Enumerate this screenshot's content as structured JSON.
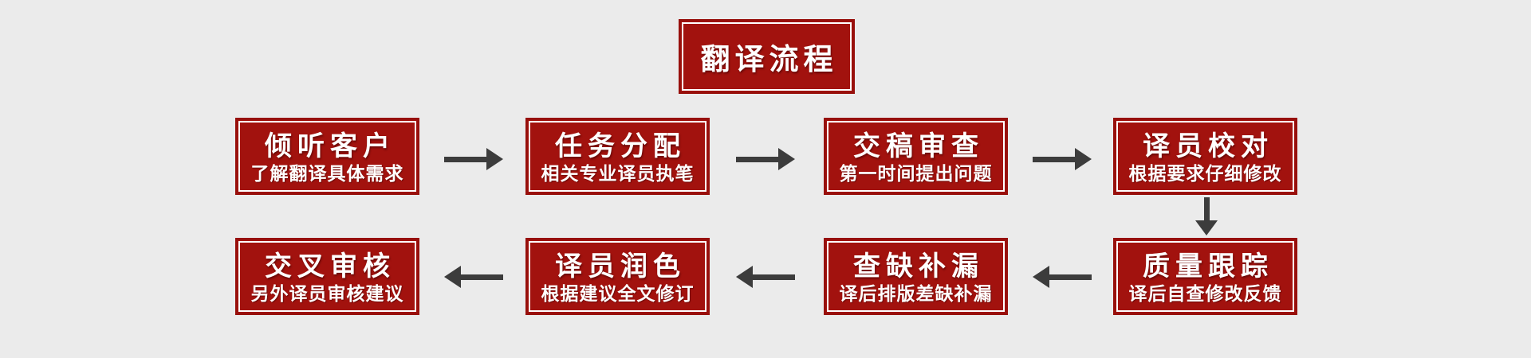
{
  "page": {
    "background_color": "#ebebeb"
  },
  "colors": {
    "box_fill": "#a2120e",
    "box_border": "#97100c",
    "box_inner_line": "#ffffff",
    "text": "#ffffff",
    "arrow": "#3c3c3c"
  },
  "title": {
    "label": "翻译流程"
  },
  "flow": {
    "row1": [
      {
        "title": "倾听客户",
        "subtitle": "了解翻译具体需求"
      },
      {
        "title": "任务分配",
        "subtitle": "相关专业译员执笔"
      },
      {
        "title": "交稿审查",
        "subtitle": "第一时间提出问题"
      },
      {
        "title": "译员校对",
        "subtitle": "根据要求仔细修改"
      }
    ],
    "row2": [
      {
        "title": "交叉审核",
        "subtitle": "另外译员审核建议"
      },
      {
        "title": "译员润色",
        "subtitle": "根据建议全文修订"
      },
      {
        "title": "查缺补漏",
        "subtitle": "译后排版差缺补漏"
      },
      {
        "title": "质量跟踪",
        "subtitle": "译后自查修改反馈"
      }
    ]
  }
}
